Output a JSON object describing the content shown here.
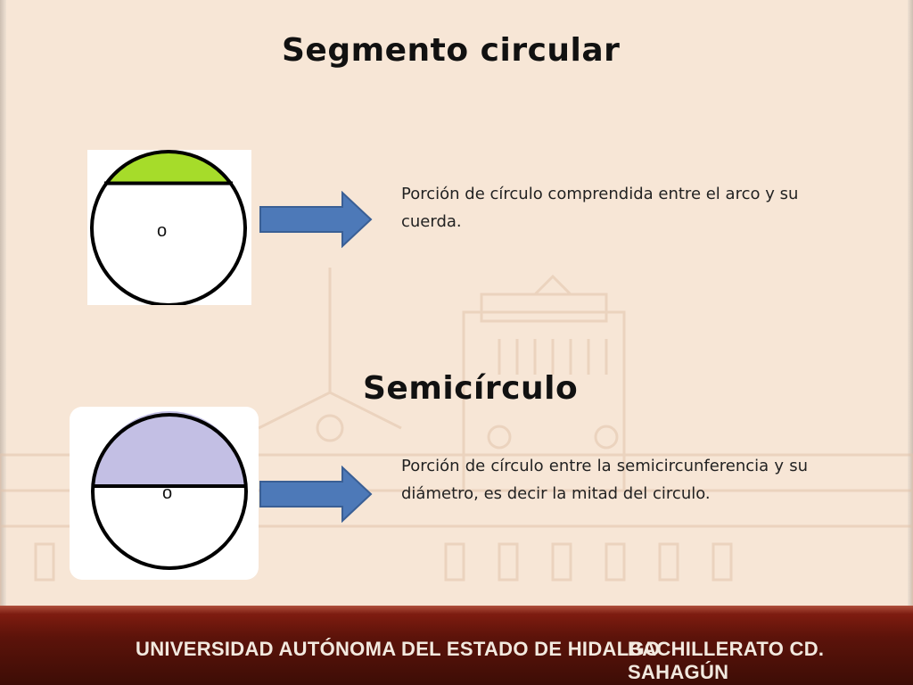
{
  "slide": {
    "title_segment": "Segmento circular",
    "title_semicircle": "Semicírculo",
    "segment": {
      "center_label": "o",
      "description": "Porción de círculo comprendida entre el arco y su cuerda.",
      "fill_color": "#a6dc2a"
    },
    "semicircle": {
      "center_label": "o",
      "description": "Porción de círculo entre la semicircunferencia y su diámetro, es decir la mitad del circulo.",
      "fill_color": "#c3bfe4"
    },
    "arrow_color": "#4d79b8"
  },
  "footer": {
    "left_text": "UNIVERSIDAD AUTÓNOMA DEL ESTADO DE HIDALGO",
    "right_text": "BACHILLERATO CD. SAHAGÚN",
    "background_color": "#5c130a"
  }
}
